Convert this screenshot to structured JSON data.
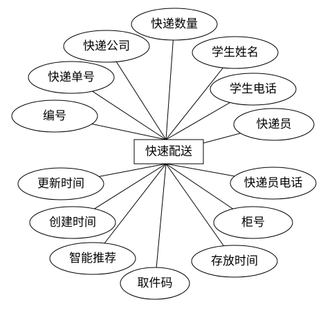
{
  "entity": {
    "label": "快速配送"
  },
  "attributes": [
    {
      "id": "express-count",
      "label": "快递数量"
    },
    {
      "id": "express-company",
      "label": "快递公司"
    },
    {
      "id": "student-name",
      "label": "学生姓名"
    },
    {
      "id": "express-number",
      "label": "快递单号"
    },
    {
      "id": "student-phone",
      "label": "学生电话"
    },
    {
      "id": "serial-number",
      "label": "编号"
    },
    {
      "id": "courier",
      "label": "快递员"
    },
    {
      "id": "update-time",
      "label": "更新时间"
    },
    {
      "id": "courier-phone",
      "label": "快递员电话"
    },
    {
      "id": "create-time",
      "label": "创建时间"
    },
    {
      "id": "locker-number",
      "label": "柜号"
    },
    {
      "id": "smart-recommend",
      "label": "智能推荐"
    },
    {
      "id": "storage-time",
      "label": "存放时间"
    },
    {
      "id": "pickup-code",
      "label": "取件码"
    }
  ],
  "colors": {
    "stroke": "#000000",
    "fill": "#ffffff",
    "text": "#000000"
  }
}
